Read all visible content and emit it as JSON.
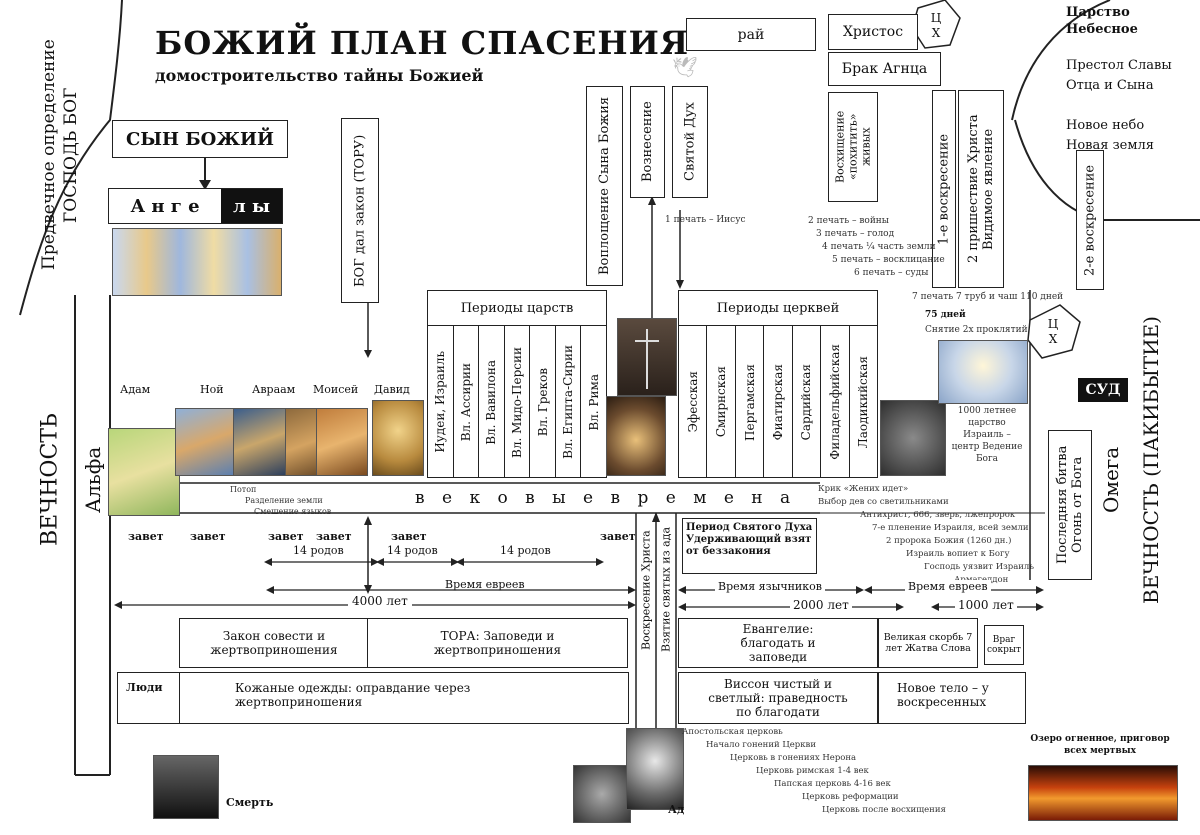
{
  "title": "БОЖИЙ ПЛАН СПАСЕНИЯ",
  "subtitle": "домостроительство тайны Божией",
  "left_arc": "Предвечное определение\nГОСПОДЬ БОГ",
  "son_of_god": "СЫН БОЖИЙ",
  "angels_left": "А н г е",
  "angels_right": "л ы",
  "eternity_left": "ВЕЧНОСТЬ",
  "alpha": "Альфа",
  "omega": "Омега",
  "eternity_right": "ВЕЧНОСТЬ (ПАКИБЫТИЕ)",
  "god_law": "БОГ дал закон (ТОРУ)",
  "paradise": "рай",
  "christ": "Христос",
  "tsx": "Ц\nХ",
  "marriage": "Брак Агнца",
  "kingdom_title": "Царство Небесное",
  "kingdom_lines": [
    "Престол Славы",
    "Отца и Сына",
    "",
    "Новое небо",
    "Новая земля"
  ],
  "incarnation": "Воплощение Сына Божия",
  "ascension": "Вознесение",
  "holy_spirit": "Святой Дух",
  "rapture": "Восхищение «похитить» живых",
  "first_resurrection": "1-е воскресение",
  "second_coming": "2 пришествие Христа Видимое явление",
  "second_resurrection": "2-е воскресение",
  "seal1": "1 печать – Иисус",
  "seals": [
    "2 печать – войны",
    "3 печать – голод",
    "4 печать ¼ часть земли",
    "5 печать – восклицание",
    "6 печать – суды"
  ],
  "seal7": "7 печать 7 труб и чаш 110 дней",
  "day75": "75 дней",
  "remove_curse": "Снятие 2х проклятий",
  "judgement": "СУД",
  "kingdom_periods_title": "Периоды царств",
  "kingdom_periods": [
    "Иудеи, Израиль",
    "Вл. Ассирии",
    "Вл. Вавилона",
    "Вл. Мидо-Персии",
    "Вл. Греков",
    "Вл. Египта-Сирии",
    "Вл. Рима"
  ],
  "church_periods_title": "Периоды церквей",
  "church_periods": [
    "Эфесская",
    "Смирнская",
    "Пергамская",
    "Фиатирская",
    "Сардийская",
    "Филадельфийская",
    "Лаодикийская"
  ],
  "people": [
    "Адам",
    "Ной",
    "Авраам",
    "Моисей",
    "Давид"
  ],
  "millennium": "1000 летнее царство Израиль – центр Ведение Бога",
  "flood_notes": [
    "Потоп",
    "Разделение земли",
    "Смешение языков"
  ],
  "ages": "в е к о в ы е   в р е м е н а",
  "covenant": "завет",
  "generations": "14 родов",
  "jews_time": "Время евреев",
  "years4000": "4000 лет",
  "years2000": "2000 лет",
  "gentiles_time": "Время язычников",
  "years1000": "1000 лет",
  "holy_spirit_period": "Период Святого Духа",
  "holy_spirit_period_sub": "Удерживающий взят от беззакония",
  "resurrection_christ": "Воскресение Христа",
  "taken_from_hell": "Взятие святых из ада",
  "end_notes": [
    "Крик «Жених идет»",
    "Выбор дев со светильниками",
    "Антихрист, 666, зверь, лжепророк",
    "7-е пленение Израиля, всей земли",
    "2 пророка Божия (1260 дн.)",
    "Израиль вопиет к Богу",
    "Господь уязвит Израиль",
    "Армагеддон"
  ],
  "last_battle": "Последняя битва Огонь от Бога",
  "conscience": "Закон совести и жертвоприношения",
  "torah": "ТОРА: Заповеди и жертвоприношения",
  "gospel": "Евангелие: благодать и заповеди",
  "tribulation": "Великая скорбь 7 лет Жатва Слова",
  "enemy": "Враг сокрыт",
  "people_row": "Люди",
  "skins": "Кожаные одежды: оправдание через жертвоприношения",
  "linen": "Виссон чистый и светлый: праведность по благодати",
  "new_body": "Новое тело – у воскресенных",
  "death": "Смерть",
  "hell": "Ад",
  "lake": "Озеро огненное, приговор всех мертвых",
  "church_history": [
    "Апостольская церковь",
    "Начало гонений Церкви",
    "Церковь в гонениях Нерона",
    "Церковь римская 1-4 век",
    "Папская церковь 4-16 век",
    "Церковь реформации",
    "Церковь после восхищения"
  ]
}
